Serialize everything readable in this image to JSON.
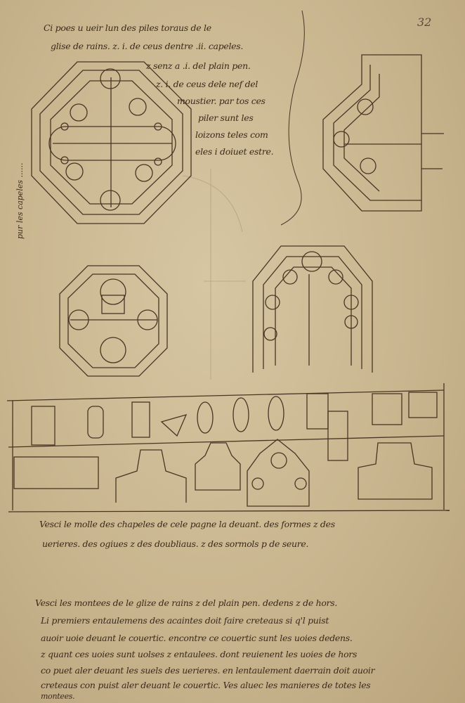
{
  "folio": "32",
  "top_caption": [
    "Ci poes u ueir lun des piles toraus de le",
    "glise de rains. z. i. de ceus dentre .ii. capeles.",
    "z senz a .i. del plain pen.",
    "z. i. de ceus dele nef del",
    "moustier. par tos ces",
    "piler sunt les",
    "loizons teles com",
    "eles i doiuet estre."
  ],
  "side_note": "pur les capeles ......",
  "middle_caption": [
    "Vesci le molle des chapeles de cele pagne la deuant. des formes z des",
    "uerieres. des ogiues z des doubliaus. z des sormols p de seure."
  ],
  "bottom_text": [
    "Vesci les montees de le glize de rains z del plain pen. dedens z de hors.",
    "Li premiers entaulemens des acaintes doit faire creteaus si q'l puist",
    "auoir uoie deuant le couertic. encontre ce couertic sunt les uoies dedens.",
    "z quant ces uoies sunt uolses z entaulees. dont reuienent les uoies de hors",
    "co puet aler deuant les suels des uerieres. en lentaulement daerrain doit auoir",
    "creteaus con puist aler deuant le couertic. Ves aluec les manieres de totes les",
    "montees."
  ]
}
